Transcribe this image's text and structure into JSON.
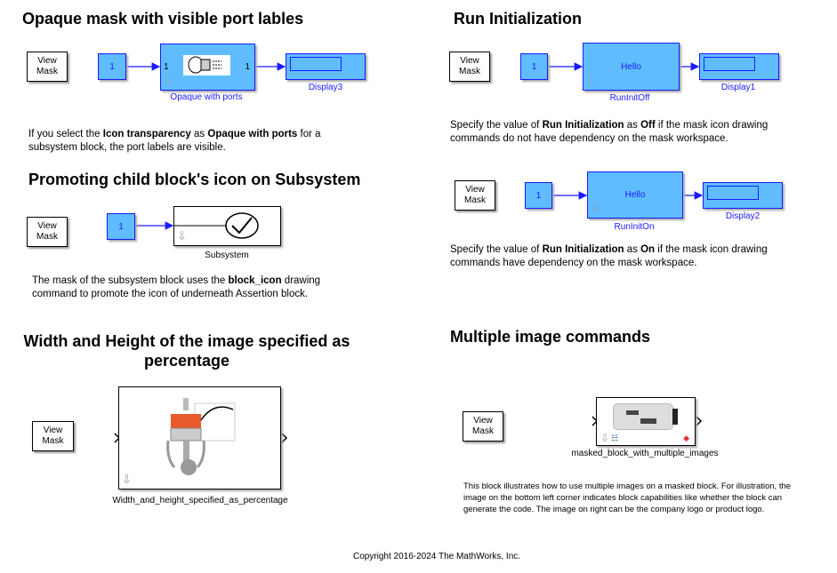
{
  "sections": {
    "opaque": {
      "title": "Opaque mask with visible port lables",
      "view_mask": "View Mask",
      "constant": "1",
      "in_port": "1",
      "out_port": "1",
      "block_name": "Opaque with ports",
      "display_name": "Display3",
      "desc_1": "If you select the ",
      "desc_b1": "Icon transparency",
      "desc_2": " as ",
      "desc_b2": "Opaque with ports",
      "desc_3": " for a subsystem block,  the port labels are visible."
    },
    "promote": {
      "title": "Promoting child block's icon on Subsystem",
      "view_mask": "View Mask",
      "constant": "1",
      "block_name": "Subsystem",
      "desc_1": "The mask of the subsystem block uses the ",
      "desc_b1": "block_icon",
      "desc_2": " drawing command to promote the icon of underneath Assertion block."
    },
    "percentage": {
      "title": "Width and Height of the image specified as percentage",
      "view_mask": "View Mask",
      "block_name": "Width_and_height_specified_as_percentage"
    },
    "runinit": {
      "title": "Run Initialization",
      "view_mask": "View Mask",
      "constant": "1",
      "block_text": "Hello",
      "block_name": "RunInitOff",
      "display_name": "Display1",
      "desc_1": "Specify the value of ",
      "desc_b1": "Run Initialization",
      "desc_2": " as ",
      "desc_b2": "Off",
      "desc_3": " if the mask icon drawing commands do not have dependency on the mask workspace.",
      "view_mask2": "View Mask",
      "constant2": "1",
      "block_text2": "Hello",
      "block_name2": "RunInitOn",
      "display_name2": "Display2",
      "desc2_1": "Specify the value of ",
      "desc2_b1": "Run Initialization",
      "desc2_2": " as ",
      "desc2_b2": "On",
      "desc2_3": " if the mask icon drawing commands have dependency on the mask workspace."
    },
    "multi": {
      "title": "Multiple image commands",
      "view_mask": "View Mask",
      "block_name": "masked_block_with_multiple_images",
      "desc": "This block illustrates how to use multiple images on a masked block. For illustration, the image on the bottom left corner indicates block capabilities like whether the block can generate the code. The image on right can be the company logo or product logo."
    }
  },
  "footer": {
    "copyright": "Copyright 2016-2024 The MathWorks, Inc."
  }
}
